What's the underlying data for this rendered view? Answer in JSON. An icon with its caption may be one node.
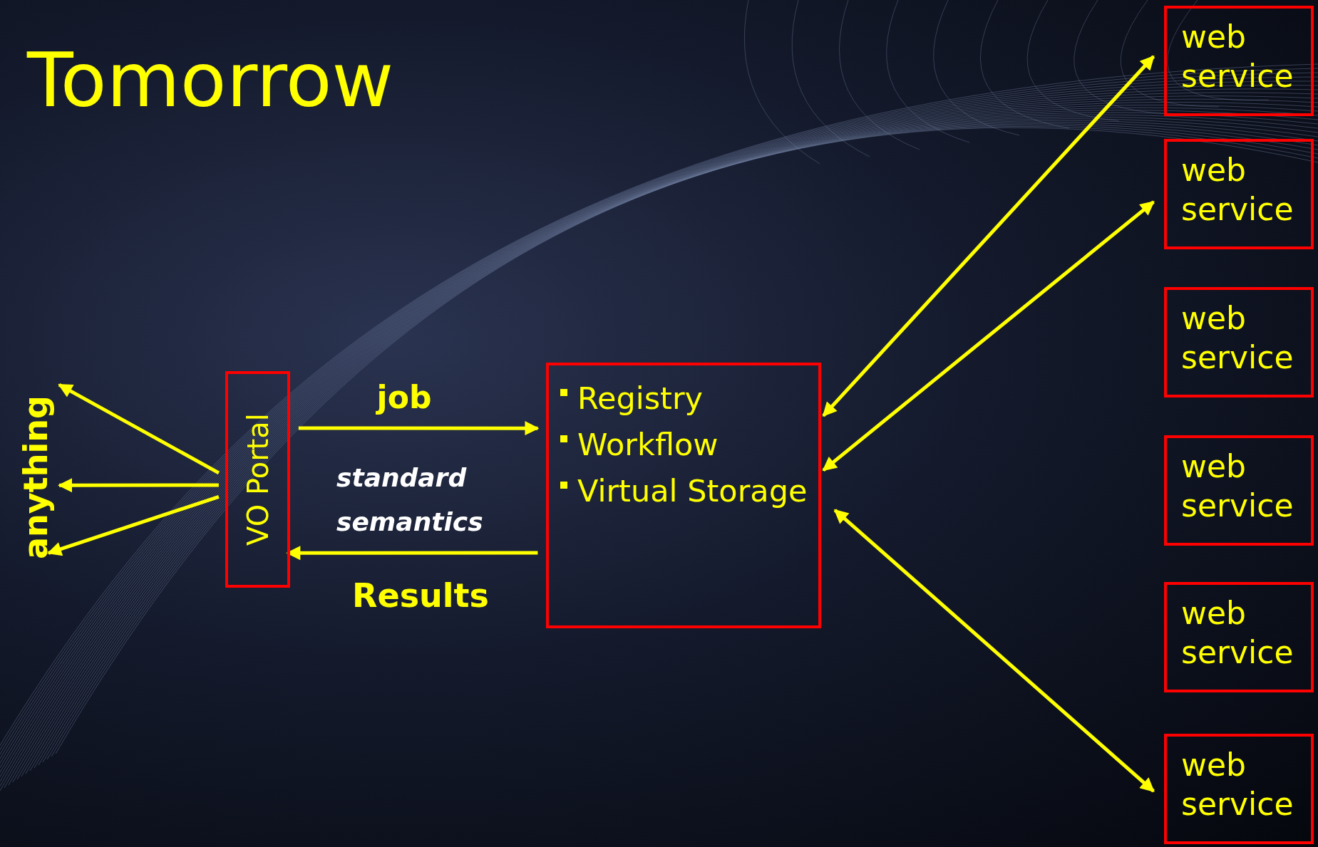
{
  "diagram": {
    "title": "Tomorrow",
    "nodes": [
      {
        "text": [
          "anything"
        ]
      },
      {
        "text": [
          "VO Portal"
        ]
      },
      {
        "text": [
          "Registry",
          "Workflow",
          "Virtual Storage"
        ]
      },
      {
        "text": [
          "web service"
        ]
      },
      {
        "text": [
          "web service"
        ]
      },
      {
        "text": [
          "web service"
        ]
      },
      {
        "text": [
          "web service"
        ]
      },
      {
        "text": [
          "web service"
        ]
      },
      {
        "text": [
          "web service"
        ]
      }
    ],
    "edges": [
      {
        "from": 1,
        "to": 0,
        "arrow": "to"
      },
      {
        "from": 1,
        "to": 0,
        "arrow": "to"
      },
      {
        "from": 1,
        "to": 0,
        "arrow": "to"
      },
      {
        "from": 1,
        "to": 2,
        "arrow": "to",
        "label": "job"
      },
      {
        "from": 2,
        "to": 1,
        "arrow": "to",
        "label": "Results"
      },
      {
        "from": 2,
        "to": 3,
        "arrow": "both"
      },
      {
        "from": 2,
        "to": 4,
        "arrow": "both"
      },
      {
        "from": 2,
        "to": 8,
        "arrow": "both"
      }
    ],
    "labels": [
      "standard semantics"
    ]
  }
}
